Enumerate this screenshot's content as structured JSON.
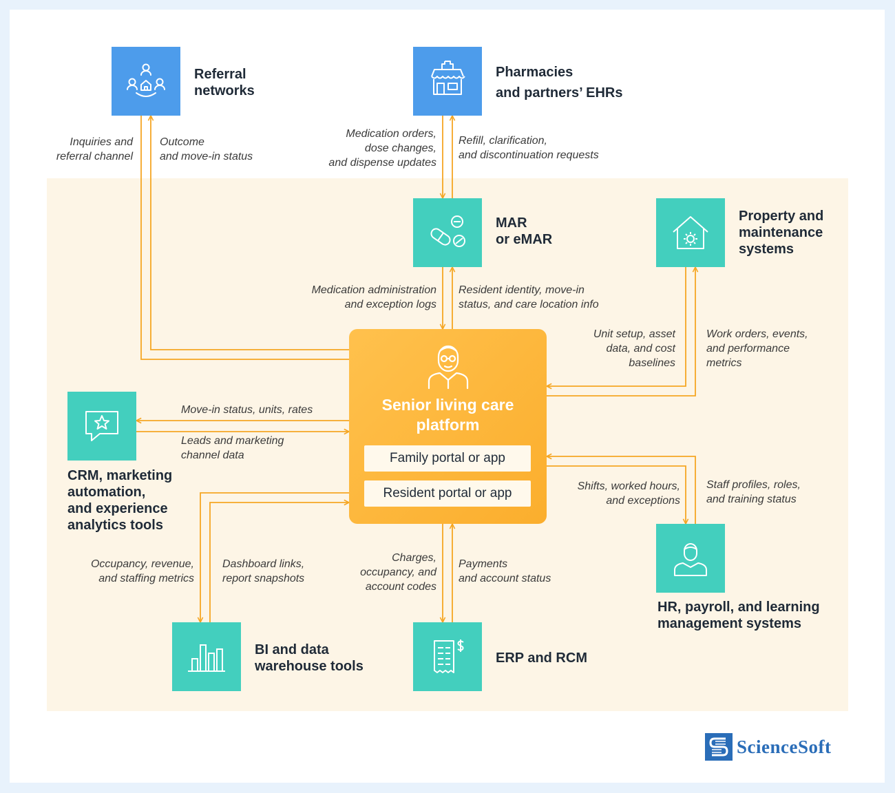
{
  "colors": {
    "background": "#e8f2fc",
    "zone": "#fdf5e6",
    "blue_node": "#4d9ceb",
    "teal_node": "#43cfbe",
    "hub": "#fbb13c",
    "arrow": "#f5a623",
    "logo": "#2a6db8"
  },
  "hub": {
    "title": "Senior living care\nplatform",
    "icon": "senior-person-icon",
    "portals": [
      "Family portal or app",
      "Resident portal or app"
    ]
  },
  "nodes": {
    "referral": {
      "title": "Referral\nnetworks",
      "icon": "referral-network-icon"
    },
    "pharmacies": {
      "title": "Pharmacies\nand partners’ EHRs",
      "icon": "pharmacy-icon"
    },
    "mar": {
      "title": "MAR\nor eMAR",
      "icon": "pills-icon"
    },
    "property": {
      "title": "Property and\nmaintenance\nsystems",
      "icon": "house-gear-icon"
    },
    "crm": {
      "title": "CRM, marketing\nautomation,\nand experience\nanalytics tools",
      "icon": "chat-star-icon"
    },
    "hr": {
      "title": "HR, payroll, and learning\nmanagement systems",
      "icon": "employee-icon"
    },
    "bi": {
      "title": "BI and data\nwarehouse tools",
      "icon": "bar-chart-icon"
    },
    "erp": {
      "title": "ERP and RCM",
      "icon": "invoice-icon"
    }
  },
  "labels": {
    "referral_in": "Inquiries and\nreferral channel",
    "referral_out": "Outcome\nand move-in status",
    "pharm_down": "Medication orders,\ndose changes,\nand dispense updates",
    "pharm_up": "Refill, clarification,\nand discontinuation requests",
    "mar_down": "Medication administration\nand exception logs",
    "mar_up": "Resident identity, move-in\nstatus, and care location info",
    "prop_to_hub": "Unit setup, asset\ndata, and cost\nbaselines",
    "prop_from_hub": "Work orders, events,\nand performance\nmetrics",
    "crm_out": "Move-in status, units, rates",
    "crm_in": "Leads and marketing\nchannel data",
    "hr_down": "Shifts, worked hours,\nand exceptions",
    "hr_up": "Staff profiles, roles,\nand training status",
    "bi_down": "Occupancy, revenue,\nand staffing metrics",
    "bi_up": "Dashboard links,\nreport snapshots",
    "erp_down": "Charges,\noccupancy, and\naccount codes",
    "erp_up": "Payments\nand account status"
  },
  "logo": {
    "text": "ScienceSoft"
  }
}
